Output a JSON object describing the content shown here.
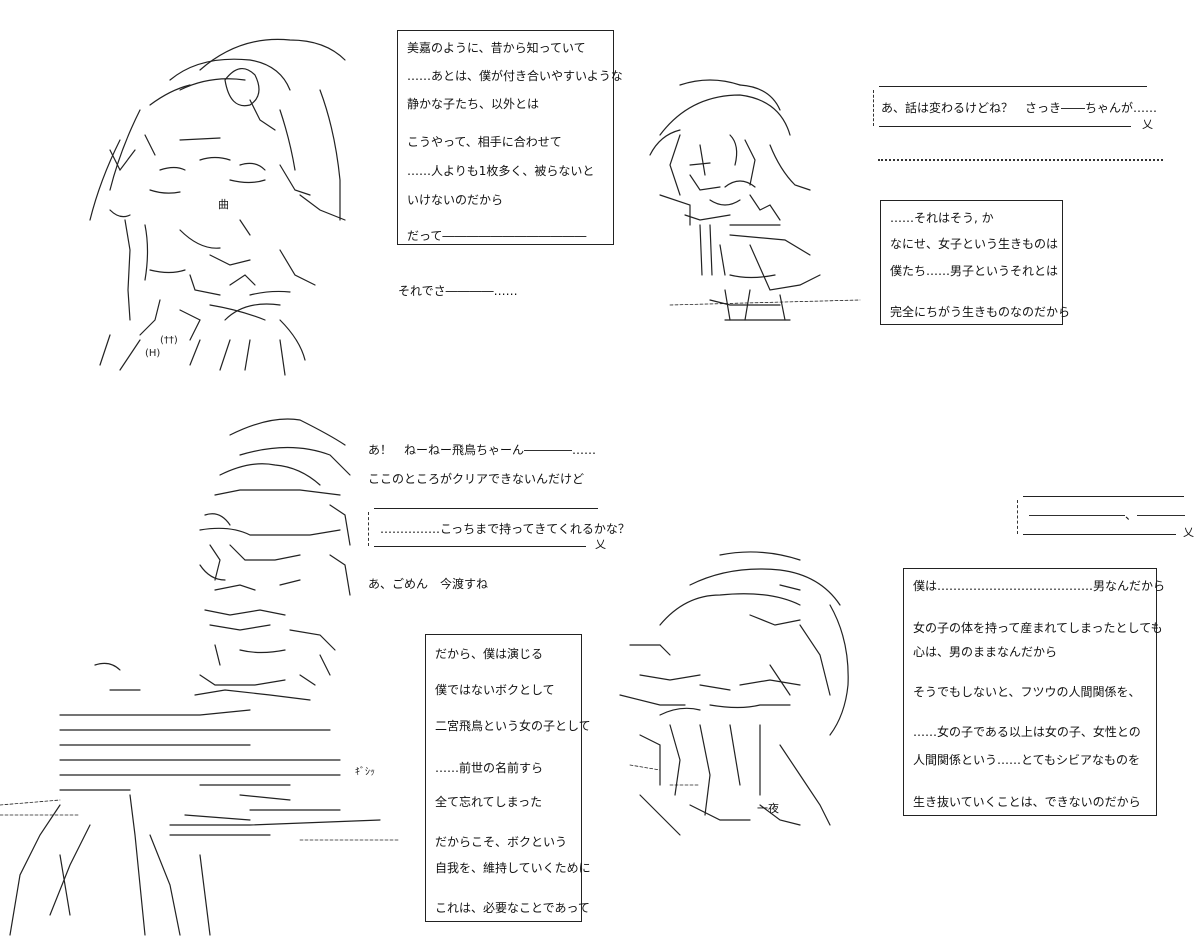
{
  "box_top_center": {
    "lines": [
      "美嘉のように、昔から知っていて",
      "……あとは、僕が付き合いやすいような",
      "静かな子たち、以外とは",
      "",
      "こうやって、相手に合わせて",
      "……人よりも1枚多く、被らないと",
      "いけないのだから",
      "",
      "だって――――――――――――"
    ]
  },
  "caption_soredesa": "それでさ――――……",
  "bubble_top_right": "あ、話は変わるけどね？　さっき――ちゃんが……",
  "box_top_right": {
    "lines": [
      "……それはそう, か",
      "なにせ、女子という生きものは",
      "僕たち……男子というそれとは",
      "",
      "完全にちがう生きものなのだから"
    ]
  },
  "dialogue_bottom_center": {
    "line1": "あ！　ねーねー飛鳥ちゃーん――――……",
    "line2": "ここのところがクリアできないんだけど",
    "bubble": "……………こっちまで持ってきてくれるかな？",
    "line3": "あ、ごめん　今渡すね"
  },
  "bubble_far_right": "――――――――、――――",
  "box_bottom_center": {
    "lines": [
      "だから、僕は演じる",
      "",
      "僕ではないボクとして",
      "",
      "二宮飛鳥という女の子として",
      "",
      "……前世の名前すら",
      "",
      "全て忘れてしまった",
      "",
      "だからこそ、ボクという",
      "",
      "自我を、維持していくために",
      "",
      "これは、必要なことであって"
    ]
  },
  "box_bottom_right": {
    "lines": [
      "僕は…………………………………男なんだから",
      "",
      "女の子の体を持って産まれてしまったとしても",
      "心は、男のままなんだから",
      "",
      "そうでもしないと、フツウの人間関係を、",
      "",
      "……女の子である以上は女の子、女性との",
      "人間関係という……とてもシビアなものを",
      "",
      "生き抜いていくことは、できないのだから"
    ]
  },
  "art_text": {
    "sfx": "ｷﾞｼｯ",
    "ichiya": "一夜",
    "kanji_kyoku": "曲",
    "ascii_h": "(H)",
    "ascii_tt": "(††)"
  },
  "icons": [
    "aa-character-top-left",
    "aa-character-top-center",
    "aa-character-bottom-left",
    "aa-character-bottom-center"
  ]
}
